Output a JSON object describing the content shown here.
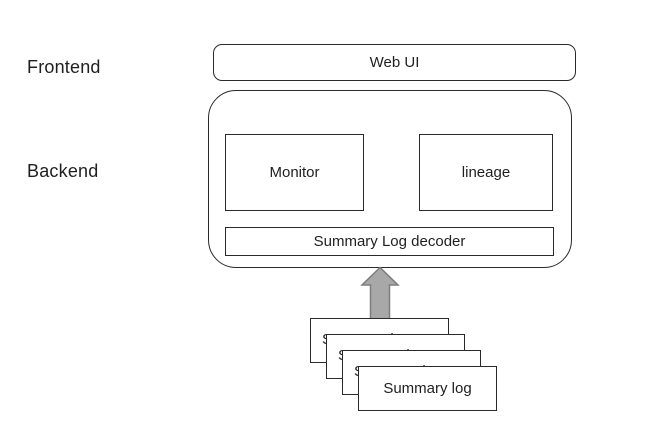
{
  "diagram": {
    "labels": {
      "frontend": "Frontend",
      "backend": "Backend"
    },
    "nodes": {
      "web_ui": "Web UI",
      "monitor": "Monitor",
      "lineage": "lineage",
      "decoder": "Summary Log decoder"
    },
    "log_stack": {
      "count": 4,
      "items": [
        "Summary log",
        "Summary log",
        "Summary log",
        "Summary log"
      ]
    },
    "arrow": {
      "name": "up-arrow",
      "direction": "up"
    },
    "colors": {
      "background": "#ffffff",
      "line": "#2a2a2a",
      "text": "#1f1f1f",
      "arrow_fill": "#a8a8a8",
      "arrow_stroke": "#7d7d7d"
    }
  }
}
